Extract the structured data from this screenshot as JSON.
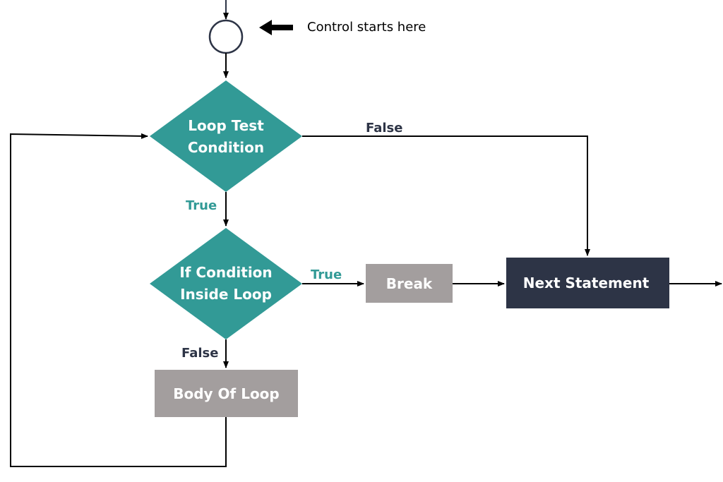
{
  "diagram": {
    "start_annotation": "Control starts here",
    "nodes": {
      "loop_test": {
        "line1": "Loop Test",
        "line2": "Condition"
      },
      "if_condition": {
        "line1": "If Condition",
        "line2": "Inside Loop"
      },
      "break_box": "Break",
      "next_statement": "Next Statement",
      "body_of_loop": "Body Of Loop"
    },
    "edge_labels": {
      "loop_false": "False",
      "loop_true": "True",
      "if_true": "True",
      "if_false": "False"
    },
    "colors": {
      "decision_fill": "#329A96",
      "process_gray": "#A39E9E",
      "next_statement_fill": "#2D3446",
      "line": "#000000",
      "true_label": "#329A96",
      "false_label": "#2D3446",
      "start_circle_stroke": "#2D3446"
    }
  }
}
